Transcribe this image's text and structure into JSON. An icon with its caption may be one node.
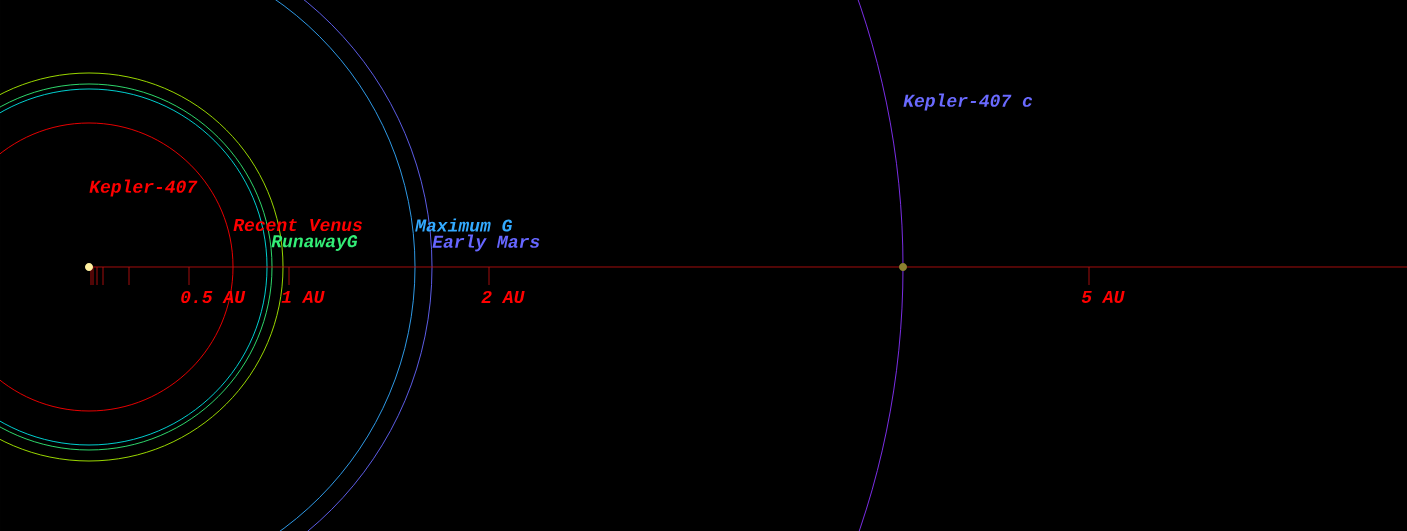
{
  "diagram": {
    "labels": [
      "Kepler-407 c",
      "Kepler-407",
      "Recent Venus",
      "Maximum G",
      "RunawayG",
      "Early Mars",
      "0.5 AU",
      "1 AU",
      "2 AU",
      "5 AU"
    ]
  }
}
